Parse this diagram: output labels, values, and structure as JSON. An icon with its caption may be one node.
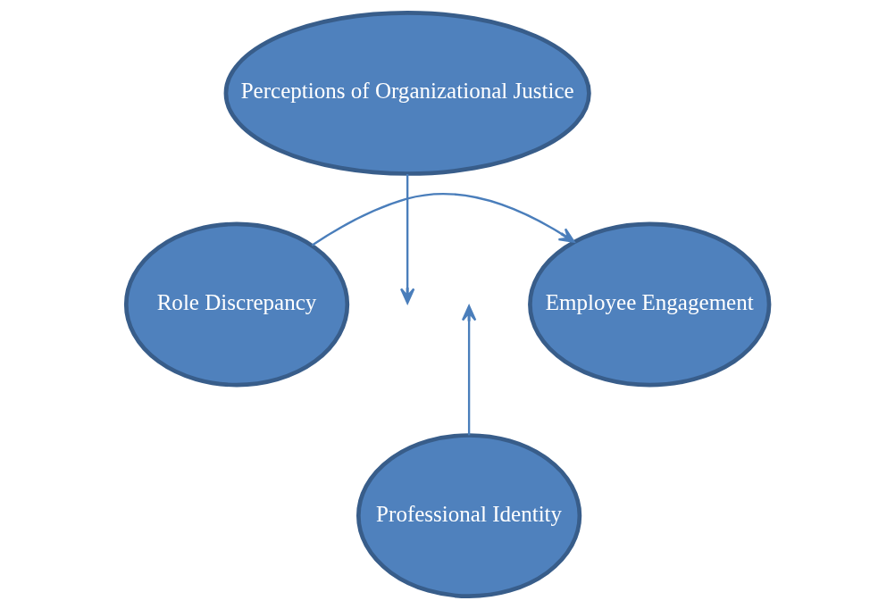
{
  "diagram": {
    "nodes": [
      {
        "text": [
          "Role Discrepancy"
        ]
      },
      {
        "text": [
          "Perceptions of Organizational Justice"
        ]
      },
      {
        "text": [
          "Employee Engagement"
        ]
      },
      {
        "text": [
          "Professional Identity"
        ]
      }
    ],
    "edges": [
      {
        "from": 0,
        "to": 2,
        "arrow": "to"
      },
      {
        "from": 1,
        "to": null,
        "arrow": "to"
      },
      {
        "from": 3,
        "to": null,
        "arrow": "to"
      }
    ]
  }
}
